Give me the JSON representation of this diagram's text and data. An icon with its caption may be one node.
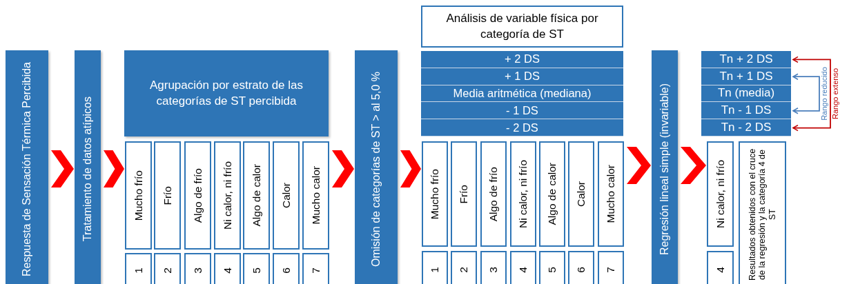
{
  "diagram": {
    "nodes": [
      {
        "text": [
          "Respuesta de Sensación Térmica Percibida"
        ]
      },
      {
        "text": [
          "Tratamiento de datos atípicos"
        ]
      },
      {
        "text": [
          "Agrupación por estrato de las categorías de ST percibida"
        ]
      },
      {
        "text": [
          "Mucho frío"
        ]
      },
      {
        "text": [
          "Frío"
        ]
      },
      {
        "text": [
          "Algo de frío"
        ]
      },
      {
        "text": [
          "Ni calor, ni frío"
        ]
      },
      {
        "text": [
          "Algo de calor"
        ]
      },
      {
        "text": [
          "Calor"
        ]
      },
      {
        "text": [
          "Mucho calor"
        ]
      },
      {
        "text": [
          "1"
        ]
      },
      {
        "text": [
          "2"
        ]
      },
      {
        "text": [
          "3"
        ]
      },
      {
        "text": [
          "4"
        ]
      },
      {
        "text": [
          "5"
        ]
      },
      {
        "text": [
          "6"
        ]
      },
      {
        "text": [
          "7"
        ]
      },
      {
        "text": [
          "Omisión de categorías de ST > al 5,0 %"
        ]
      },
      {
        "text": [
          "Análisis de variable física por categoría de ST"
        ]
      },
      {
        "text": [
          "+ 2 DS"
        ]
      },
      {
        "text": [
          "+ 1 DS"
        ]
      },
      {
        "text": [
          "Media aritmética (mediana)"
        ]
      },
      {
        "text": [
          "- 1 DS"
        ]
      },
      {
        "text": [
          "- 2 DS"
        ]
      },
      {
        "text": [
          "Mucho frío"
        ]
      },
      {
        "text": [
          "Frío"
        ]
      },
      {
        "text": [
          "Algo de frío"
        ]
      },
      {
        "text": [
          "Ni calor, ni frío"
        ]
      },
      {
        "text": [
          "Algo de calor"
        ]
      },
      {
        "text": [
          "Calor"
        ]
      },
      {
        "text": [
          "Mucho calor"
        ]
      },
      {
        "text": [
          "1"
        ]
      },
      {
        "text": [
          "2"
        ]
      },
      {
        "text": [
          "3"
        ]
      },
      {
        "text": [
          "4"
        ]
      },
      {
        "text": [
          "5"
        ]
      },
      {
        "text": [
          "6"
        ]
      },
      {
        "text": [
          "7"
        ]
      },
      {
        "text": [
          "Regresión lineal simple (invariable)"
        ]
      },
      {
        "text": [
          "Tn + 2 DS"
        ]
      },
      {
        "text": [
          "Tn + 1 DS"
        ]
      },
      {
        "text": [
          "Tn (media)"
        ]
      },
      {
        "text": [
          "Tn - 1 DS"
        ]
      },
      {
        "text": [
          "Tn - 2 DS"
        ]
      },
      {
        "text": [
          "Ni calor, ni frío"
        ]
      },
      {
        "text": [
          "Resultados obtenidos con el cruce de la regresión y la categoría 4 de ST"
        ]
      },
      {
        "text": [
          "4"
        ]
      }
    ],
    "edges": [
      {
        "from": 0,
        "to": 1,
        "arrow": "to"
      },
      {
        "from": 1,
        "to": 3,
        "arrow": "to"
      },
      {
        "from": 9,
        "to": 17,
        "arrow": "to"
      },
      {
        "from": 17,
        "to": 24,
        "arrow": "to"
      },
      {
        "from": 30,
        "to": 38,
        "arrow": "to"
      },
      {
        "from": 38,
        "to": 44,
        "arrow": "to"
      },
      {
        "from": 40,
        "to": 42,
        "arrow": "both",
        "label": "Rango reducido",
        "color": "#4a7ebb"
      },
      {
        "from": 39,
        "to": 43,
        "arrow": "both",
        "label": "Rango extenso",
        "color": "#c00000"
      }
    ]
  }
}
